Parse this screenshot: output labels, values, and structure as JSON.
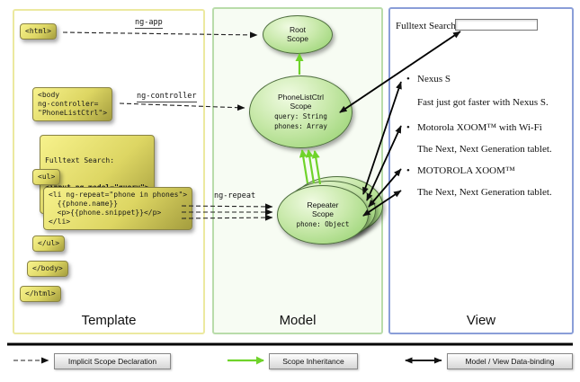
{
  "template": {
    "label": "Template",
    "html_open": "<html>",
    "body_open": "<body\nng-controller=\n\"PhoneListCtrl\">",
    "fulltext_label": "Fulltext Search:",
    "fulltext_input": "<input ng-model=\"query\">",
    "ul_open": "<ul>",
    "li_repeat": "<li ng-repeat=\"phone in phones\">\n  {{phone.name}}\n  <p>{{phone.snippet}}</p>\n</li>",
    "ul_close": "</ul>",
    "body_close": "</body>",
    "html_close": "</html>"
  },
  "model": {
    "label": "Model",
    "root_scope": {
      "title": "Root\nScope"
    },
    "phonelist_scope": {
      "title": "PhoneListCtrl\nScope",
      "query": "query: String",
      "phones": "phones: Array"
    },
    "repeater_scope": {
      "title": "Repeater\nScope",
      "phone": "phone: Object"
    }
  },
  "view": {
    "label": "View",
    "fulltext_label": "Fulltext Search:",
    "items": [
      {
        "bullet": "•",
        "text": "Nexus S"
      },
      {
        "bullet": "",
        "text": "Fast just got faster with Nexus S."
      },
      {
        "bullet": "•",
        "text": "Motorola XOOM™ with Wi-Fi"
      },
      {
        "bullet": "",
        "text": "The Next, Next Generation tablet."
      },
      {
        "bullet": "•",
        "text": "MOTOROLA XOOM™"
      },
      {
        "bullet": "",
        "text": "The Next, Next Generation tablet."
      }
    ]
  },
  "arrows": {
    "ng_app": "ng-app",
    "ng_controller": "ng-controller",
    "ng_repeat": "ng-repeat"
  },
  "legend": {
    "implicit": "Implicit Scope Declaration",
    "inheritance": "Scope Inheritance",
    "databinding": "Model / View Data-binding"
  },
  "colors": {
    "code_box_top": "#f7f28c",
    "code_box_bottom": "#a49d3e",
    "scope_top": "#f0fbe2",
    "scope_bottom": "#90cf69",
    "inheritance_green": "#6fd32a",
    "template_border": "#ece9a0",
    "model_border": "#b9dcaa",
    "view_border": "#8a9ed8"
  }
}
